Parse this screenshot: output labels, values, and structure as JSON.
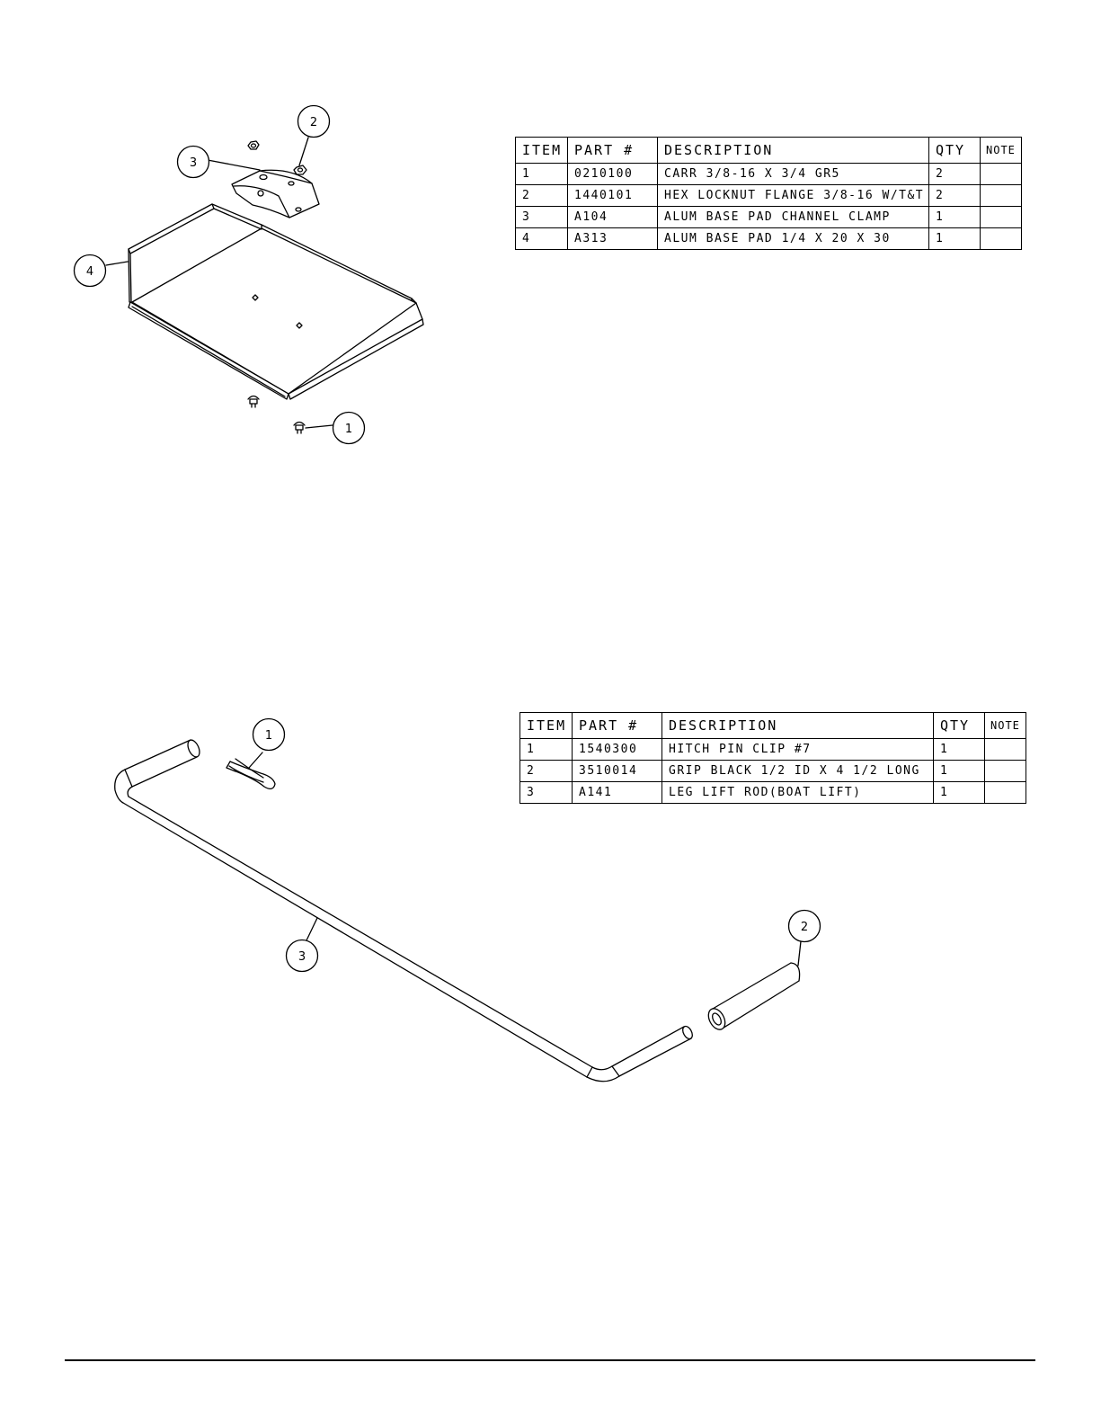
{
  "base_pad_table": {
    "headers": [
      "ITEM",
      "PART #",
      "DESCRIPTION",
      "QTY",
      "NOTE"
    ],
    "rows": [
      [
        "1",
        "0210100",
        "CARR 3/8-16 X 3/4 GR5",
        "2",
        ""
      ],
      [
        "2",
        "1440101",
        "HEX LOCKNUT FLANGE 3/8-16 W/T&T",
        "2",
        ""
      ],
      [
        "3",
        "A104",
        "ALUM BASE PAD CHANNEL CLAMP",
        "1",
        ""
      ],
      [
        "4",
        "A313",
        "ALUM BASE PAD  1/4 X 20 X 30",
        "1",
        ""
      ]
    ]
  },
  "leg_lift_table": {
    "headers": [
      "ITEM",
      "PART #",
      "DESCRIPTION",
      "QTY",
      "NOTE"
    ],
    "rows": [
      [
        "1",
        "1540300",
        "HITCH PIN CLIP #7",
        "1",
        ""
      ],
      [
        "2",
        "3510014",
        "GRIP BLACK 1/2 ID X 4 1/2 LONG",
        "1",
        ""
      ],
      [
        "3",
        "A141",
        "LEG LIFT ROD(BOAT LIFT)",
        "1",
        ""
      ]
    ]
  },
  "base_pad_balloons": {
    "b1": "1",
    "b2": "2",
    "b3": "3",
    "b4": "4"
  },
  "leg_lift_balloons": {
    "b1": "1",
    "b2": "2",
    "b3": "3"
  }
}
